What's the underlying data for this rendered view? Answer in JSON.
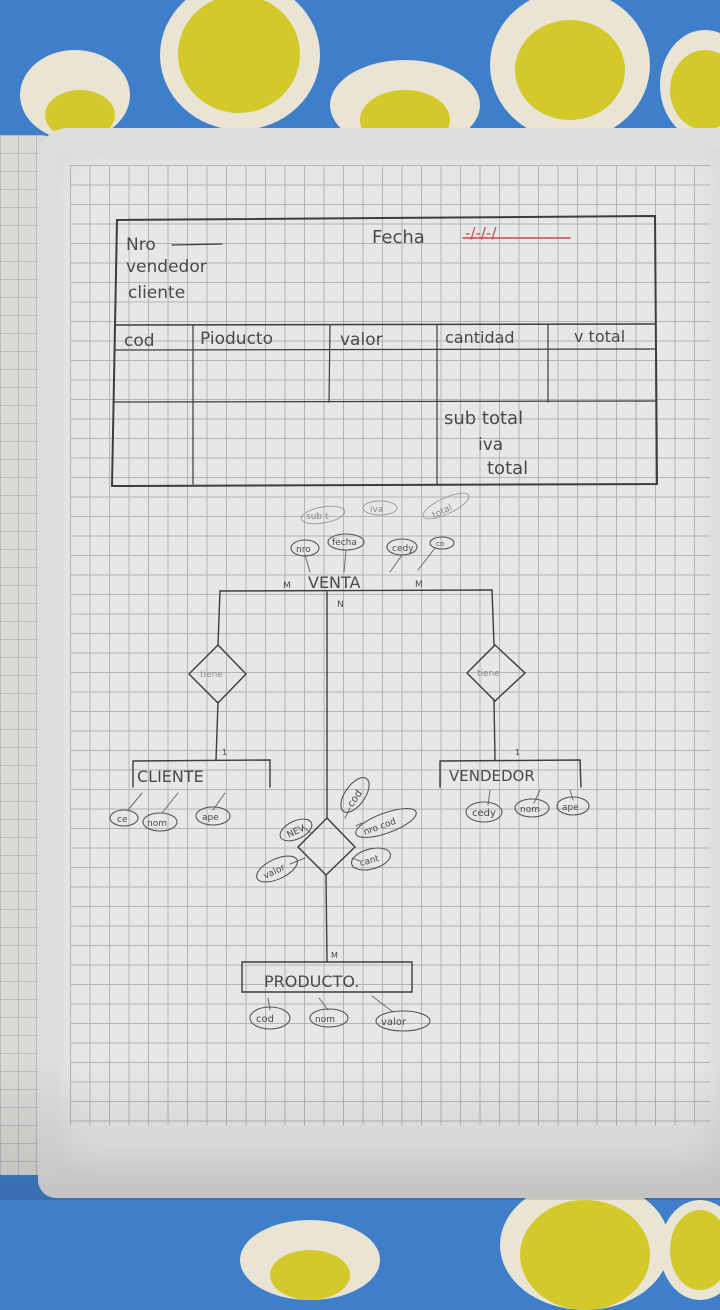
{
  "form": {
    "nro_label": "Nro",
    "fecha_label": "Fecha",
    "fecha_value": "-/-/-/",
    "vendedor_label": "vendedor",
    "cliente_label": "cliente",
    "columns": [
      "cod",
      "Pioducto",
      "valor",
      "cantidad",
      "v total"
    ],
    "subtotal_label": "sub total",
    "iva_label": "iva",
    "total_label": "total"
  },
  "er": {
    "venta": {
      "label": "VENTA",
      "card_left": "M",
      "card_right": "M",
      "card_bottom": "N",
      "attributes": [
        "nro",
        "fecha",
        "cedy",
        "co"
      ],
      "faint_attributes": [
        "sub t",
        "iva",
        "total"
      ]
    },
    "rel_cliente": {
      "label": "tiene",
      "card": "1"
    },
    "rel_vendedor": {
      "label": "tiene",
      "card": "1"
    },
    "cliente": {
      "label": "CLIENTE",
      "attributes": [
        "ce",
        "nom",
        "ape"
      ]
    },
    "vendedor": {
      "label": "VENDEDOR",
      "attributes": [
        "cedy",
        "nom",
        "ape"
      ]
    },
    "rel_detalle": {
      "left_label": "NEV",
      "attributes": [
        "cod",
        "nro cod",
        "cant",
        "valor"
      ]
    },
    "producto": {
      "label": "PRODUCTO.",
      "card": "M",
      "attributes": [
        "cod",
        "nom",
        "valor"
      ]
    }
  },
  "colors": {
    "ink": "#4a4a4a",
    "grid": "#a9acb1",
    "red_ink": "#c94a4a",
    "fabric": "#3f7ec9"
  }
}
